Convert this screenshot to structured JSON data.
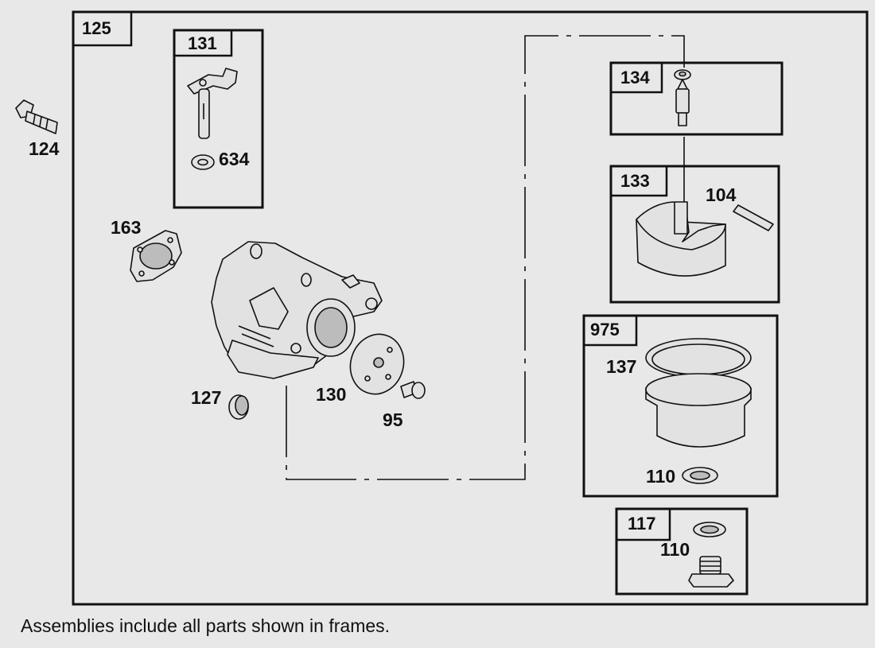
{
  "assembly_tags": {
    "main": "125",
    "throttle_shaft_kit": "131",
    "needle_seat_kit": "134",
    "float_kit": "133",
    "bowl_kit": "975",
    "bowl_nut_kit": "117"
  },
  "part_labels": {
    "p124": "124",
    "p634": "634",
    "p163": "163",
    "p104": "104",
    "p137": "137",
    "p127": "127",
    "p130": "130",
    "p95": "95",
    "p110_bowl": "110",
    "p110_nut": "110"
  },
  "footnote": "Assemblies include all parts shown in frames."
}
